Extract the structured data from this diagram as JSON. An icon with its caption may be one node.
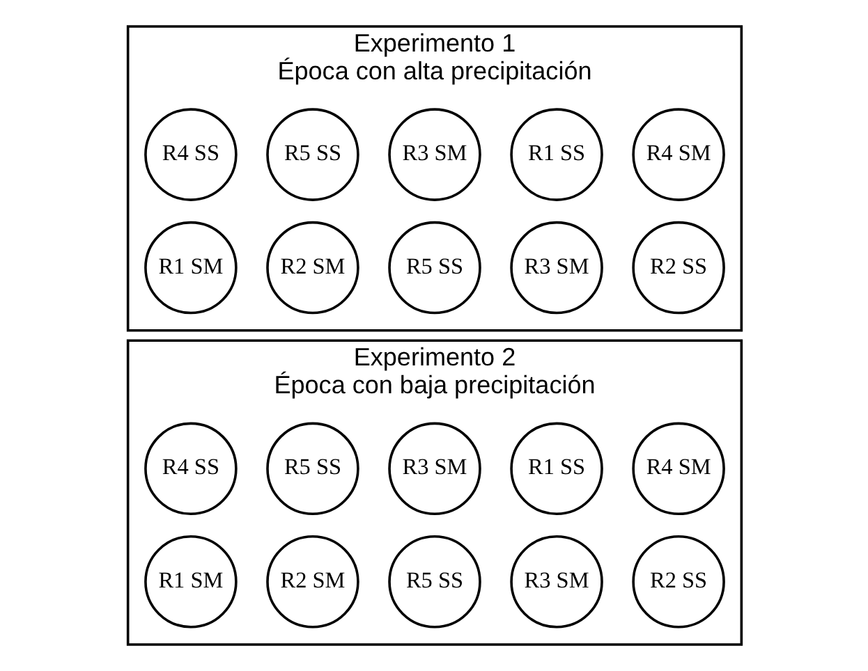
{
  "diagram": {
    "nodes": [
      {
        "text": [
          "Experimento 1",
          "Época con alta precipitación"
        ]
      },
      {
        "text": [
          "R4 SS"
        ],
        "in": 0
      },
      {
        "text": [
          "R5 SS"
        ],
        "in": 0
      },
      {
        "text": [
          "R3 SM"
        ],
        "in": 0
      },
      {
        "text": [
          "R1 SS"
        ],
        "in": 0
      },
      {
        "text": [
          "R4 SM"
        ],
        "in": 0
      },
      {
        "text": [
          "R1 SM"
        ],
        "in": 0
      },
      {
        "text": [
          "R2 SM"
        ],
        "in": 0
      },
      {
        "text": [
          "R5 SS"
        ],
        "in": 0
      },
      {
        "text": [
          "R3 SM"
        ],
        "in": 0
      },
      {
        "text": [
          "R2 SS"
        ],
        "in": 0
      },
      {
        "text": [
          "Experimento 2",
          "Época con baja precipitación"
        ]
      },
      {
        "text": [
          "R4 SS"
        ],
        "in": 11
      },
      {
        "text": [
          "R5 SS"
        ],
        "in": 11
      },
      {
        "text": [
          "R3 SM"
        ],
        "in": 11
      },
      {
        "text": [
          "R1 SS"
        ],
        "in": 11
      },
      {
        "text": [
          "R4 SM"
        ],
        "in": 11
      },
      {
        "text": [
          "R1 SM"
        ],
        "in": 11
      },
      {
        "text": [
          "R2 SM"
        ],
        "in": 11
      },
      {
        "text": [
          "R5 SS"
        ],
        "in": 11
      },
      {
        "text": [
          "R3 SM"
        ],
        "in": 11
      },
      {
        "text": [
          "R2 SS"
        ],
        "in": 11
      }
    ]
  }
}
